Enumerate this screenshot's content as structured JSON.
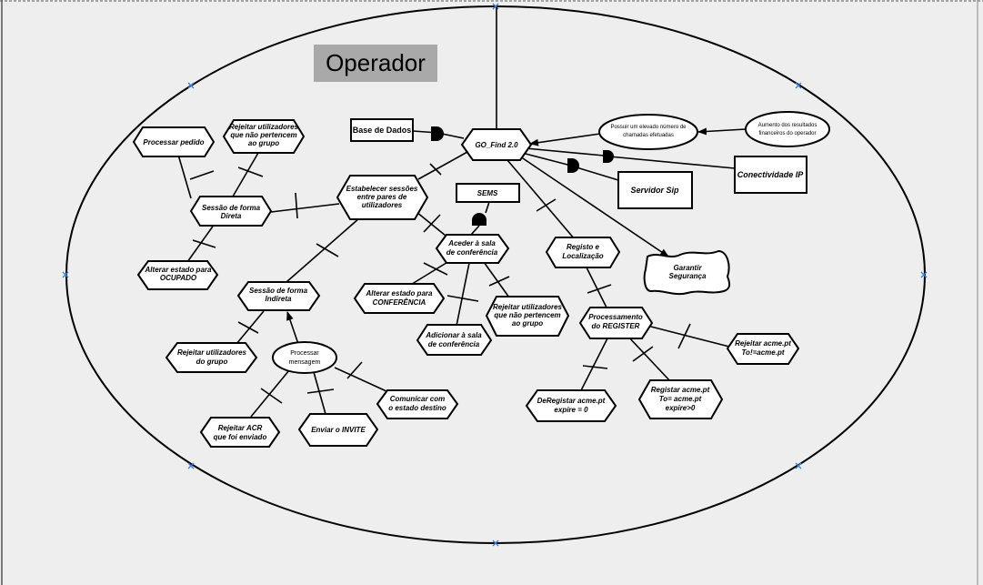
{
  "diagram": {
    "title": "Operador",
    "nodes": {
      "go_find": [
        "GO_Find 2.0"
      ],
      "base_dados": [
        "Base de Dados"
      ],
      "possuir": [
        "Possuir um elevado número de",
        "chamadas efetuadas"
      ],
      "aumento": [
        "Aumento dos resultados",
        "financeiros do operador"
      ],
      "conectividade": [
        "Conectividade IP"
      ],
      "servidor_sip": [
        "Servidor Sip"
      ],
      "sems": [
        "SEMS"
      ],
      "estabelecer": [
        "Estabelecer sessões",
        "entre pares de",
        "utilizadores"
      ],
      "processar_pedido": [
        "Processar pedido"
      ],
      "rejeitar_grupo_top": [
        "Rejeitar utilizadores",
        "que não pertencem",
        "ao grupo"
      ],
      "sessao_direta": [
        "Sessão de forma",
        "Direta"
      ],
      "alterar_ocupado": [
        "Alterar estado para",
        "OCUPADO"
      ],
      "sessao_indireta": [
        "Sessão de forma",
        "Indireta"
      ],
      "rejeitar_do_grupo": [
        "Rejeitar utilizadores",
        "do grupo"
      ],
      "processar_mensagem": [
        "Processar",
        "mensagem"
      ],
      "rejeitar_acr": [
        "Rejeitar ACR",
        "que foi enviado"
      ],
      "enviar_invite": [
        "Enviar o INVITE"
      ],
      "comunicar": [
        "Comunicar com",
        "o estado destino"
      ],
      "aceder_sala": [
        "Aceder  à sala",
        "de conferência"
      ],
      "alterar_conferencia": [
        "Alterar estado para",
        "CONFERÊNCIA"
      ],
      "adicionar_sala": [
        "Adicionar à sala",
        "de conferência"
      ],
      "rejeitar_grupo_mid": [
        "Rejeitar utilizadores",
        "que não pertencem",
        "ao grupo"
      ],
      "registo": [
        "Registo e",
        "Localização"
      ],
      "garantir": [
        "Garantir",
        "Segurança"
      ],
      "processamento": [
        "Processamento",
        "do REGISTER"
      ],
      "rejeitar_acme": [
        "Rejeitar acme.pt",
        "To!=acme.pt"
      ],
      "registar_acme": [
        "Registar acme.pt",
        "To= acme.pt",
        "expire>0"
      ],
      "deregistar": [
        "DeRegistar acme.pt",
        "expire = 0"
      ]
    }
  }
}
